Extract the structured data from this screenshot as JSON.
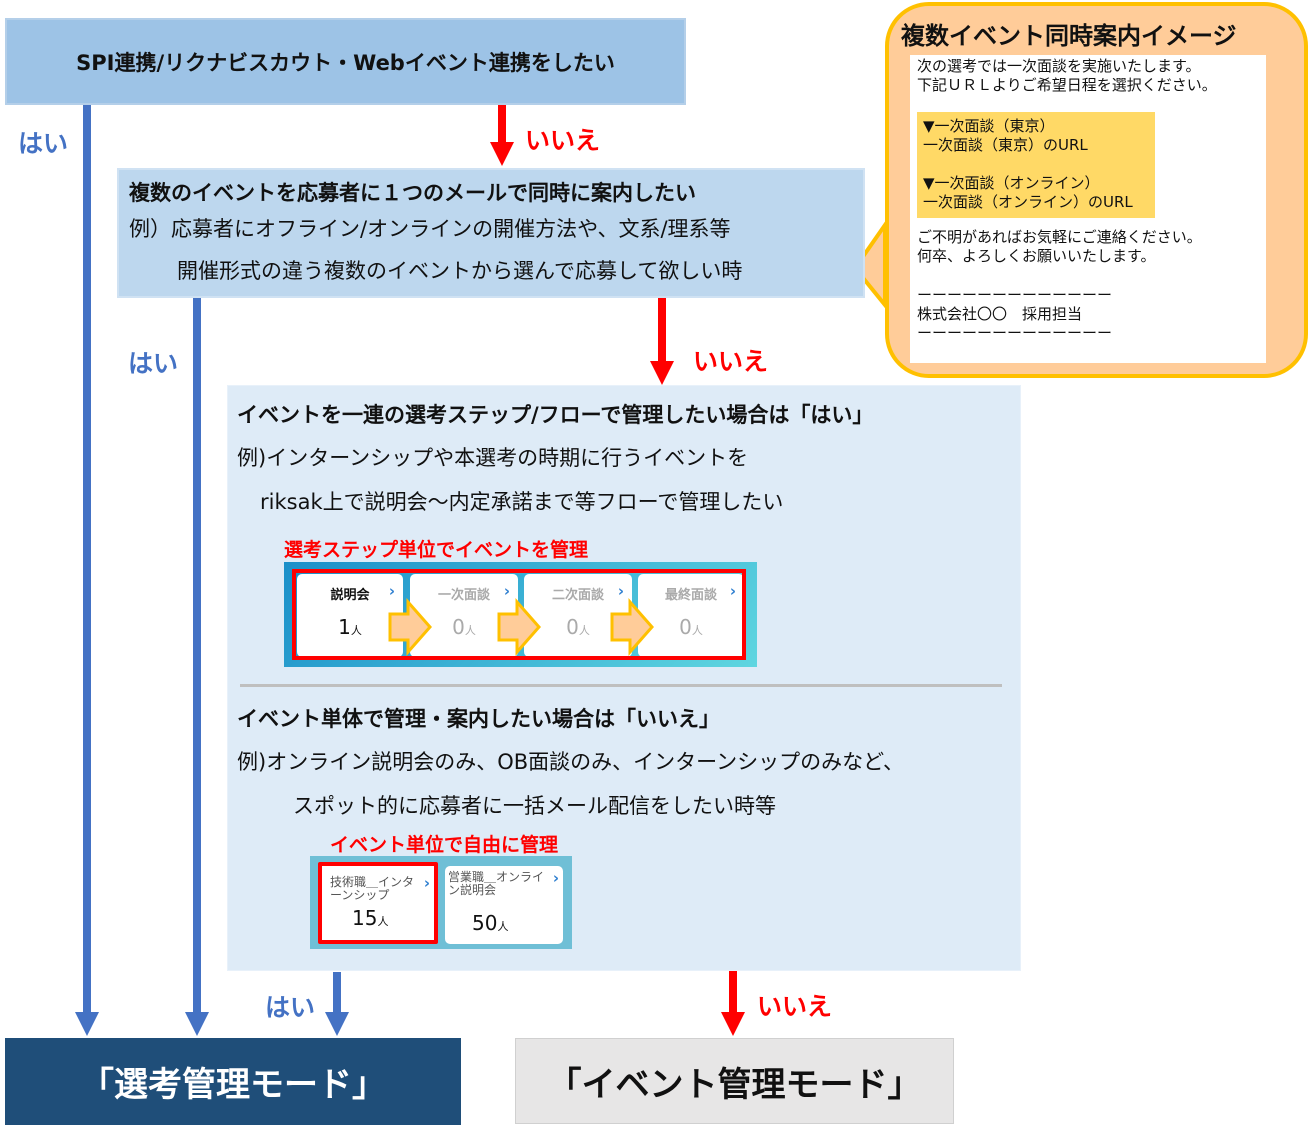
{
  "q1": {
    "text": "SPI連携/リクナビスカウト・Webイベント連携をしたい",
    "yes": "はい",
    "no": "いいえ"
  },
  "q2": {
    "title": "複数のイベントを応募者に１つのメールで同時に案内したい",
    "ex1": "例）応募者にオフライン/オンラインの開催方法や、文系/理系等",
    "ex2": "開催形式の違う複数のイベントから選んで応募して欲しい時",
    "yes": "はい",
    "no": "いいえ"
  },
  "q3": {
    "title": "イベントを一連の選考ステップ/フローで管理したい場合は「はい」",
    "ex1": "例)インターンシップや本選考の時期に行うイベントを",
    "ex2": "riksak上で説明会～内定承諾まで等フローで管理したい",
    "step_label": "選考ステップ単位でイベントを管理",
    "steps": [
      {
        "name": "説明会",
        "count": "1",
        "unit": "人"
      },
      {
        "name": "一次面談",
        "count": "0",
        "unit": "人"
      },
      {
        "name": "二次面談",
        "count": "0",
        "unit": "人"
      },
      {
        "name": "最終面談",
        "count": "0",
        "unit": "人"
      }
    ],
    "title2": "イベント単体で管理・案内したい場合は「いいえ」",
    "ex3": "例)オンライン説明会のみ、OB面談のみ、インターンシップのみなど、",
    "ex4": "スポット的に応募者に一括メール配信をしたい時等",
    "event_label": "イベント単位で自由に管理",
    "events": [
      {
        "name": "技術職＿インターンシップ",
        "count": "15",
        "unit": "人"
      },
      {
        "name": "営業職＿オンライン説明会",
        "count": "50",
        "unit": "人"
      }
    ],
    "yes": "はい",
    "no": "いいえ"
  },
  "callout": {
    "title": "複数イベント同時案内イメージ",
    "l1": "次の選考では一次面談を実施いたします。",
    "l2": "下記ＵＲＬよりご希望日程を選択ください。",
    "h1": "▼一次面談（東京）",
    "h2": "一次面談（東京）のURL",
    "h3": "▼一次面談（オンライン）",
    "h4": "一次面談（オンライン）のURL",
    "l3": "ご不明があればお気軽にご連絡ください。",
    "l4": "何卒、よろしくお願いいたします。",
    "sep": "ーーーーーーーーーーーーー",
    "sig": "株式会社〇〇　採用担当"
  },
  "modes": {
    "selection": "「選考管理モード」",
    "event": "「イベント管理モード」"
  },
  "colors": {
    "yes_arrow": "#4472c4",
    "no_arrow": "#ff0000",
    "selection_mode": "#1f4e79",
    "event_mode": "#e7e6e6",
    "callout": "#ffcc99",
    "callout_border": "#ffc000"
  }
}
